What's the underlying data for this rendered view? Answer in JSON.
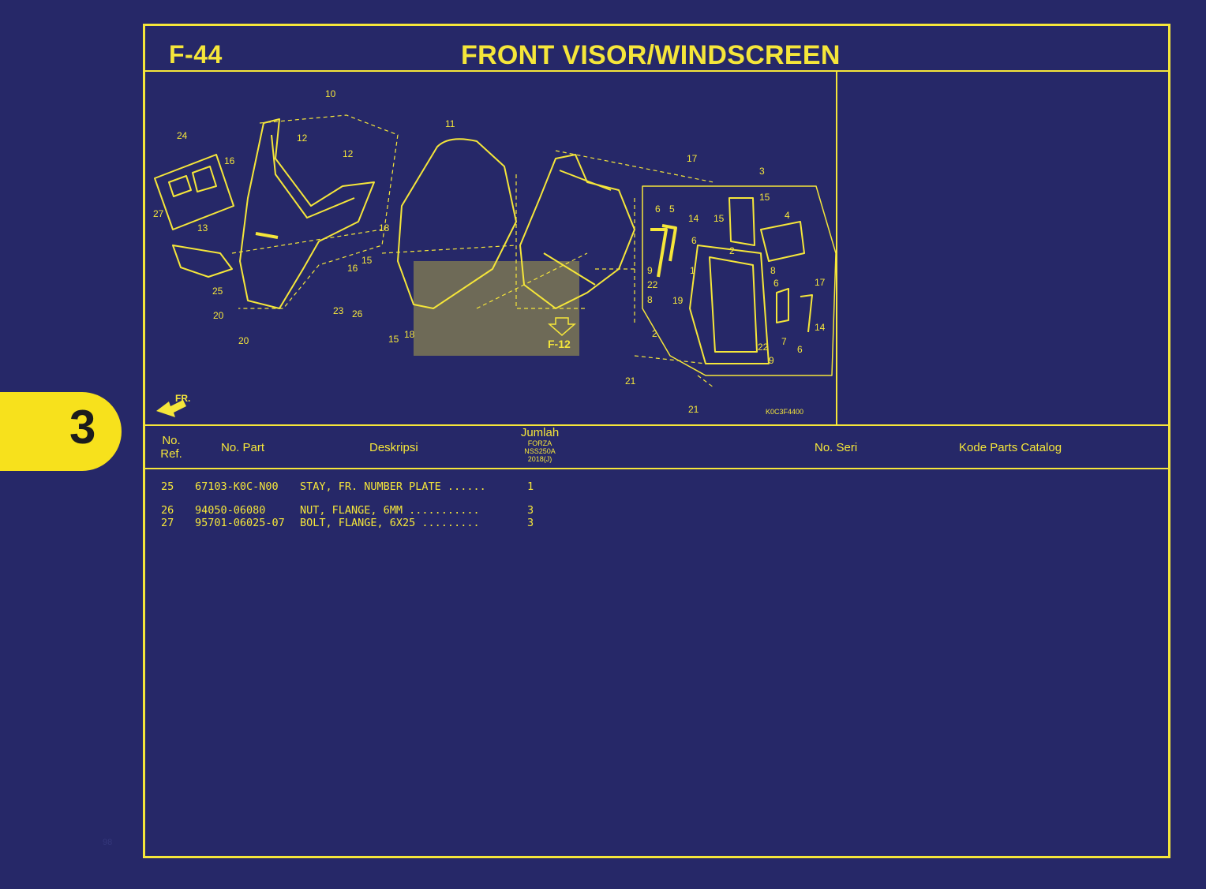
{
  "header": {
    "code": "F-44",
    "title": "FRONT VISOR/WINDSCREEN"
  },
  "diagram": {
    "code": "K0C3F4400",
    "fr_label": "FR.",
    "ref_label": "F-12",
    "callouts": [
      "10",
      "11",
      "12",
      "12",
      "24",
      "16",
      "27",
      "13",
      "18",
      "15",
      "16",
      "25",
      "23",
      "26",
      "20",
      "20",
      "15",
      "18",
      "17",
      "3",
      "15",
      "4",
      "6",
      "5",
      "14",
      "15",
      "6",
      "2",
      "9",
      "22",
      "1",
      "8",
      "19",
      "8",
      "6",
      "17",
      "14",
      "2",
      "22",
      "7",
      "6",
      "9",
      "21",
      "21"
    ]
  },
  "columns": {
    "ref_line1": "No.",
    "ref_line2": "Ref.",
    "part": "No. Part",
    "desc": "Deskripsi",
    "qty": "Jumlah",
    "qty_model1": "FORZA",
    "qty_model2": "NSS250A",
    "qty_model3": "2018(J)",
    "seri": "No. Seri",
    "kode": "Kode Parts Catalog"
  },
  "rows": [
    {
      "ref": "25",
      "part": "67103-K0C-N00",
      "desc": "STAY, FR. NUMBER PLATE ......",
      "qty": "1"
    },
    {
      "ref": "26",
      "part": "94050-06080",
      "desc": "NUT, FLANGE, 6MM ...........",
      "qty": "3"
    },
    {
      "ref": "27",
      "part": "95701-06025-07",
      "desc": "BOLT, FLANGE, 6X25 .........",
      "qty": "3"
    }
  ],
  "tab": {
    "number": "3"
  },
  "page_number": "98",
  "colors": {
    "background": "#262868",
    "accent": "#f5e63a",
    "tab": "#f7e11c"
  }
}
